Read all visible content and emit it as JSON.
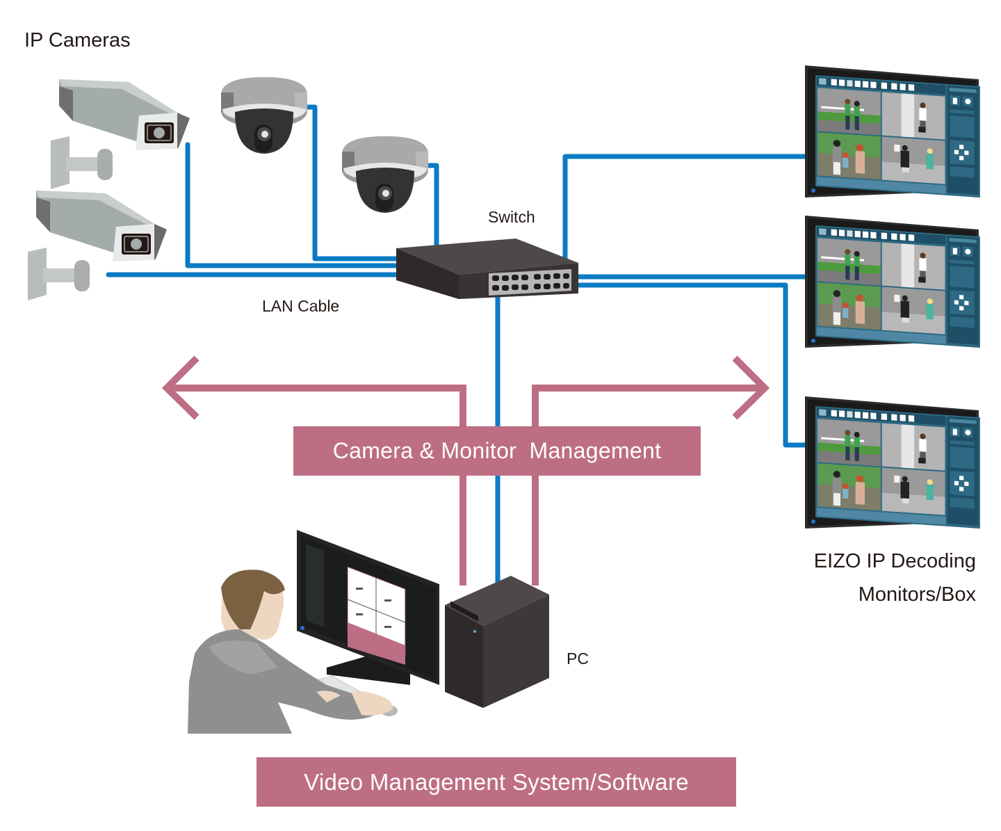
{
  "labels": {
    "ip_cameras": "IP Cameras",
    "switch": "Switch",
    "lan_cable": "LAN Cable",
    "pc": "PC",
    "decoders_line1": "EIZO IP Decoding",
    "decoders_line2": "Monitors/Box"
  },
  "bands": {
    "management": "Camera & Monitor  Management",
    "vms": "Video Management System/Software"
  },
  "nodes": {
    "bullet_cameras": 2,
    "dome_cameras": 2,
    "decoding_monitors": 3,
    "switch_ports": 16
  },
  "colors": {
    "lan_cable": "#0a7bc4",
    "management": "#bd6e84",
    "text": "#231815",
    "device_dark": "#3a3434",
    "camera_body": "#a8adad",
    "monitor_ui": "#2f6a84"
  }
}
